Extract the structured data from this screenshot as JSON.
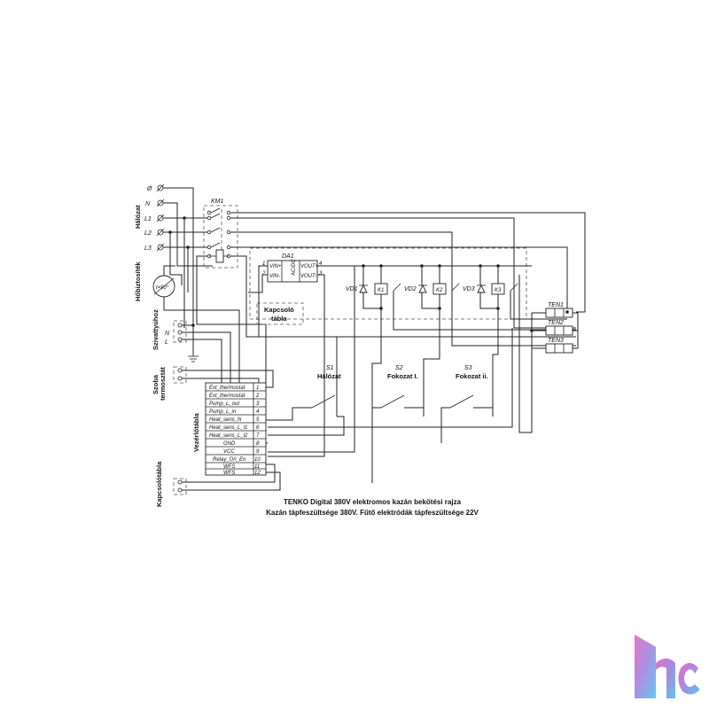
{
  "diagram": {
    "mains_group": "Hálózat",
    "safety_thermostat_group": "Hőbiztosíték",
    "pump_group": "Szivattyúhoz",
    "room_thermostat_group": "Szoba termosztát",
    "control_board_group": "Vezérlőtábla",
    "switch_board_group": "Kapcsolótábla",
    "terminals": {
      "earth": "Ø",
      "n": "N",
      "l1": "L1",
      "l2": "L2",
      "l3": "L3",
      "pump_n": "N",
      "pump_l": "L"
    },
    "contactor": "KM1",
    "thermostat_setting": "t=90°",
    "converter": {
      "name": "DA1",
      "vin_plus": "VIN+",
      "vin_minus": "VIN-",
      "vout_plus": "VOUT+",
      "vout_minus": "VOUT-",
      "type": "AC/DC",
      "pin1": "1",
      "pin2": "2",
      "pin3": "3",
      "pin4": "4"
    },
    "switch_panel_line1": "Kapcsoló",
    "switch_panel_line2": "tábla",
    "relays": [
      {
        "diode": "VD1",
        "coil": "K1"
      },
      {
        "diode": "VD2",
        "coil": "K2"
      },
      {
        "diode": "VD3",
        "coil": "K3"
      }
    ],
    "heaters": [
      "TEN1",
      "TEN2",
      "TEN3"
    ],
    "switches": [
      {
        "id": "S1",
        "label": "Hálózat"
      },
      {
        "id": "S2",
        "label": "Fokozat I."
      },
      {
        "id": "S3",
        "label": "Fokozat ii."
      }
    ],
    "control_terminals": [
      {
        "label": "Ext_thermostat",
        "pin": "1"
      },
      {
        "label": "Ext_thermostat",
        "pin": "2"
      },
      {
        "label": "Pump_L_out",
        "pin": "3"
      },
      {
        "label": "Pump_L_in",
        "pin": "4"
      },
      {
        "label": "Heat_sens_N",
        "pin": "5"
      },
      {
        "label": "Heat_sens_L_l1",
        "pin": "6"
      },
      {
        "label": "Heat_sens_L_l2",
        "pin": "7"
      },
      {
        "label": "GND",
        "pin": "8"
      },
      {
        "label": "VCC",
        "pin": "9"
      },
      {
        "label": "Relay_On_En",
        "pin": "10"
      },
      {
        "label": "WFS",
        "pin": "11"
      },
      {
        "label": "WFS",
        "pin": "12"
      }
    ]
  },
  "caption": {
    "line1": "TENKO Digital 380V elektromos kazán bekötési rajza",
    "line2": "Kazán tápfeszültsége 380V. Fűtő elektródák tápfeszültsége 22V"
  },
  "logo": {
    "gradient_colors": [
      "#e46fc6",
      "#a58be0",
      "#5fc4ea"
    ],
    "icon": "hc-logo-icon"
  }
}
